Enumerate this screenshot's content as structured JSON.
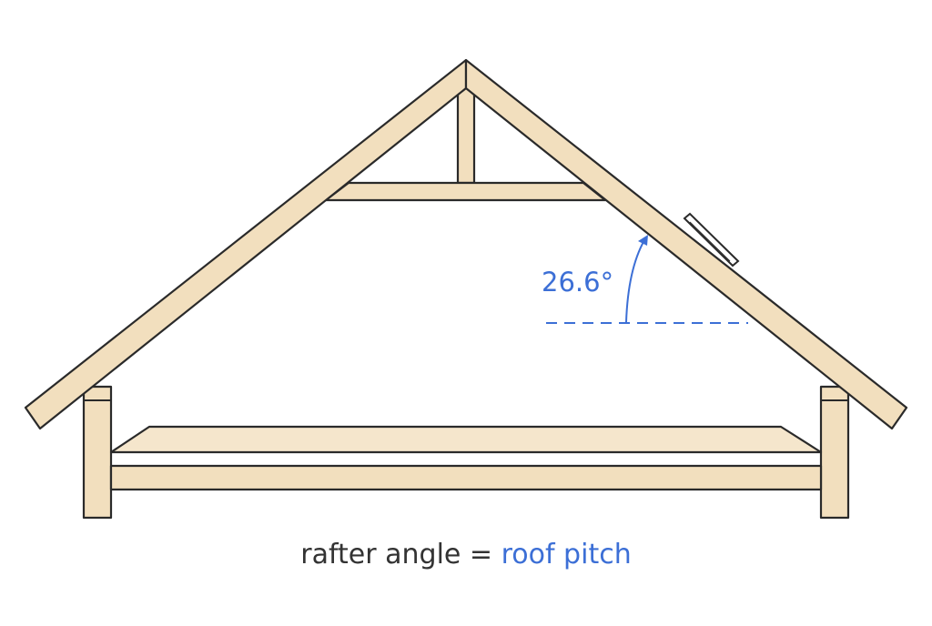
{
  "diagram": {
    "angle_label": "26.6°",
    "caption_prefix": "rafter angle = ",
    "caption_highlight": "roof pitch"
  },
  "colors": {
    "timber_fill": "#F2DFBE",
    "floor_fill": "#F5E6CC",
    "outline": "#2A2A2A",
    "accent_blue": "#3C6FD6",
    "caption_text": "#333333"
  }
}
